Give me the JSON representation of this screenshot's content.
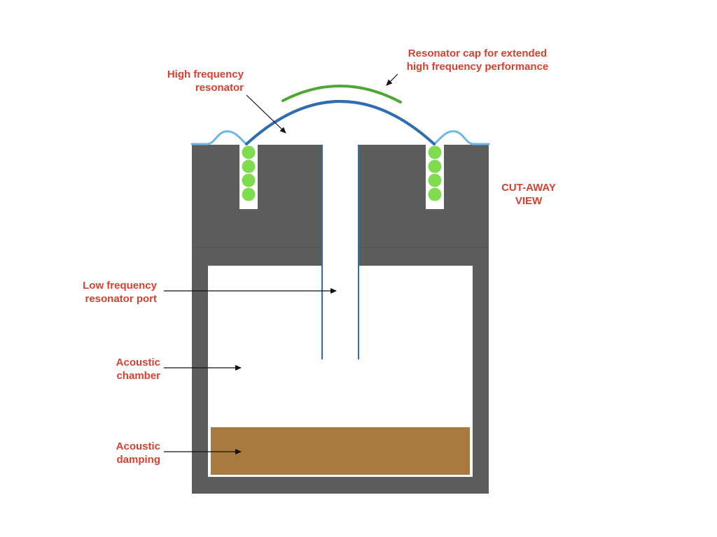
{
  "colors": {
    "housing": "#5c5c5c",
    "label": "#d8402f",
    "resonator": "#2f6db3",
    "edge_membrane": "#6fb6e8",
    "cap": "#4ea735",
    "balls": "#7fdc4f",
    "damping": "#a87a3f",
    "port_line": "#2f6db3",
    "arrow": "#111111"
  },
  "labels": {
    "cap_line1": "Resonator cap for extended",
    "cap_line2": "high frequency performance",
    "hf_line1": "High frequency",
    "hf_line2": "resonator",
    "cutaway_line1": "CUT-AWAY",
    "cutaway_line2": "VIEW",
    "lf_line1": "Low frequency",
    "lf_line2": "resonator port",
    "chamber_line1": "Acoustic",
    "chamber_line2": "chamber",
    "damping_line1": "Acoustic",
    "damping_line2": "damping"
  }
}
